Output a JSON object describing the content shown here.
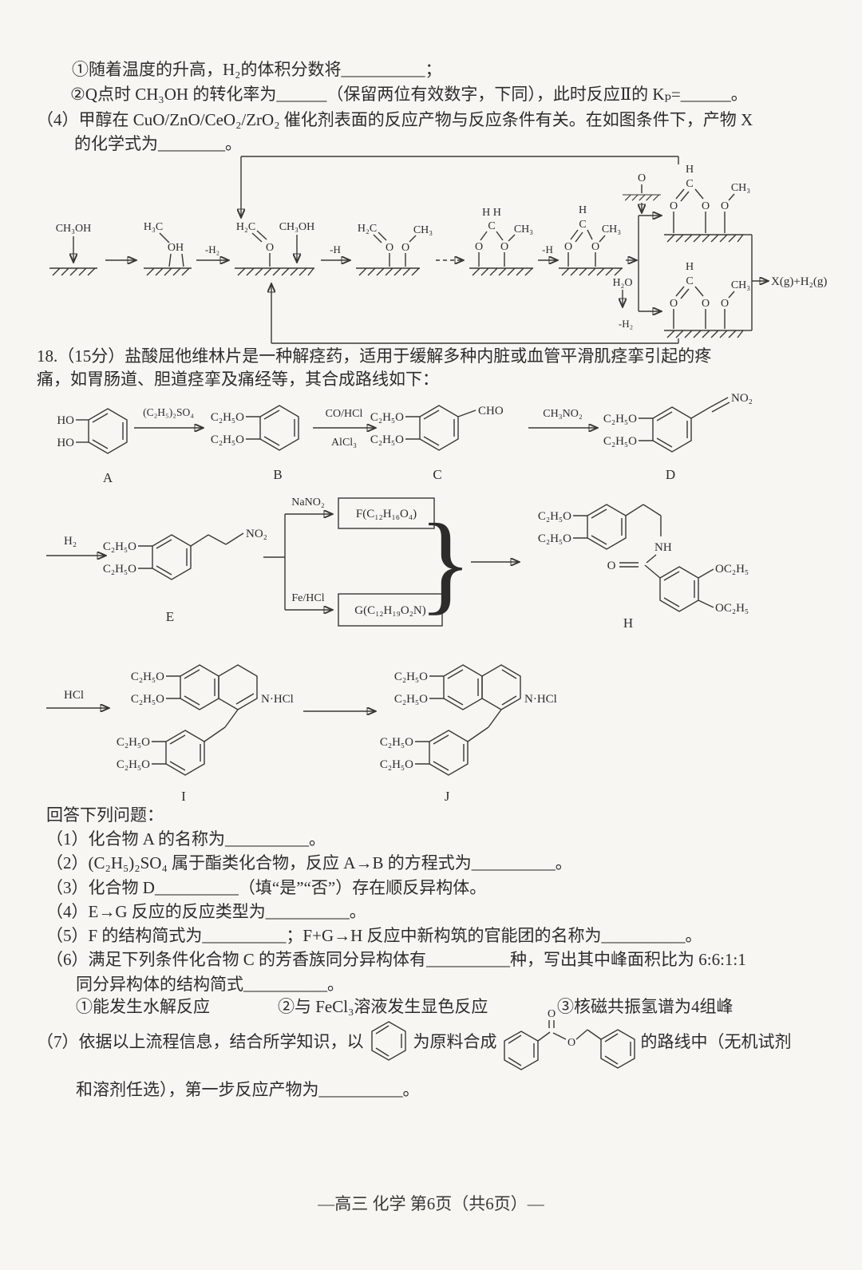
{
  "page": {
    "footer": "—高三  化学  第6页（共6页）—"
  },
  "q17": {
    "sub1": "①随着温度的升高，H₂的体积分数将__________；",
    "sub2": "②Q点时 CH₃OH 的转化率为______（保留两位有效数字，下同），此时反应Ⅱ的 Kₚ=______。",
    "q4_line1": "（4）甲醇在 CuO/ZnO/CeO₂/ZrO₂ 催化剂表面的反应产物与反应条件有关。在如图条件下，产物 X",
    "q4_line2": "的化学式为________。"
  },
  "mechanism": {
    "labels": {
      "ch3oh": "CH₃OH",
      "h3c": "H₃C",
      "oh": "OH",
      "minus_h2": "-H₂",
      "h2c": "H₂C",
      "o": "O",
      "minus_h": "-H",
      "ch3": "CH₃",
      "h_h": "H H",
      "c": "C",
      "h": "H",
      "h2o": "H₂O",
      "product": "X(g)+H₂(g)"
    }
  },
  "q18": {
    "intro_line1": "18.（15分）盐酸屈他维林片是一种解痉药，适用于缓解多种内脏或血管平滑肌痉挛引起的疼",
    "intro_line2": "痛，如胃肠道、胆道痉挛及痛经等，其合成路线如下：",
    "scheme": {
      "ho": "HO",
      "c2h5o": "C₂H₅O",
      "oc2h5": "OC₂H₅",
      "reagent_ab": "(C₂H₅)₂SO₄",
      "reagent_bc_top": "CO/HCl",
      "reagent_bc_bottom": "AlCl₃",
      "cho": "CHO",
      "reagent_cd": "CH₃NO₂",
      "no2": "NO₂",
      "h2": "H₂",
      "nano2": "NaNO₂",
      "fe_hcl": "Fe/HCl",
      "box_f": "F(C₁₂H₁₆O₄)",
      "box_g": "G(C₁₂H₁₉O₂N)",
      "brace": "}",
      "nh": "NH",
      "o": "O",
      "n_hcl": "N·HCl",
      "hcl": "HCl",
      "label_a": "A",
      "label_b": "B",
      "label_c": "C",
      "label_d": "D",
      "label_e": "E",
      "label_h": "H",
      "label_i": "I",
      "label_j": "J"
    },
    "questions": {
      "intro": "回答下列问题：",
      "q1": "（1）化合物 A 的名称为__________。",
      "q2": "（2）(C₂H₅)₂SO₄ 属于酯类化合物，反应 A→B 的方程式为__________。",
      "q3": "（3）化合物 D__________（填“是”“否”）存在顺反异构体。",
      "q4": "（4）E→G 反应的反应类型为__________。",
      "q5": "（5）F 的结构简式为__________；F+G→H 反应中新构筑的官能团的名称为__________。",
      "q6_line1": "（6）满足下列条件化合物 C 的芳香族同分异构体有__________种，写出其中峰面积比为 6:6:1:1",
      "q6_line2": "同分异构体的结构简式__________。",
      "q6_c1": "①能发生水解反应",
      "q6_c2": "②与 FeCl₃溶液发生显色反应",
      "q6_c3": "③核磁共振氢谱为4组峰",
      "q7_a": "（7）依据以上流程信息，结合所学知识，以",
      "q7_b": "为原料合成",
      "q7_c": "的路线中（无机试剂",
      "q7_d": "和溶剂任选），第一步反应产物为__________。"
    }
  }
}
